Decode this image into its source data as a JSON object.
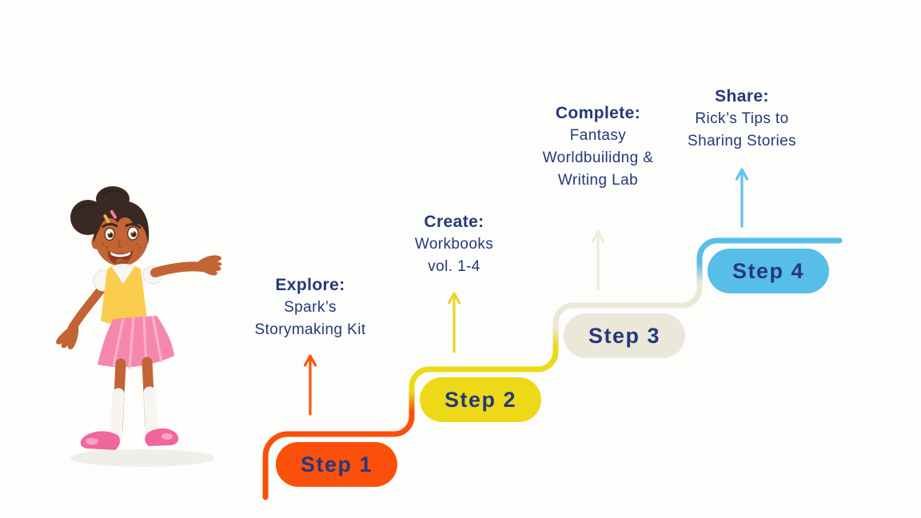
{
  "background": "#FDFDFB",
  "text_color": "#25397B",
  "steps": [
    {
      "label": "Step 1",
      "heading": "Explore:",
      "lines": [
        "Spark’s",
        "Storymaking Kit"
      ],
      "color": "#FB4F0C",
      "arrow_color": "#FB5412"
    },
    {
      "label": "Step 2",
      "heading": "Create:",
      "lines": [
        "Workbooks",
        "vol. 1-4"
      ],
      "color": "#EDD917",
      "arrow_color": "#E8D52C"
    },
    {
      "label": "Step 3",
      "heading": "Complete:",
      "lines": [
        "Fantasy",
        "Worldbuilidng &",
        "Writing Lab"
      ],
      "color": "#EBE8D9",
      "arrow_color": "#EDEBDC"
    },
    {
      "label": "Step 4",
      "heading": "Share:",
      "lines": [
        "Rick’s Tips to",
        "Sharing Stories"
      ],
      "color": "#57BDE9",
      "arrow_color": "#5FC1EC"
    }
  ],
  "illustration": {
    "name": "girl-presenting",
    "skin": "#C26434",
    "skin_shade": "#A0522A",
    "hair": "#3A2822",
    "vest": "#FACD4F",
    "shirt": "#F8F6F2",
    "skirt": "#F687AC",
    "skirt_pleat": "#FBB2CB",
    "socks": "#F7F5F2",
    "shoes": "#F2679B",
    "shoe_highlight": "#F9A9C5",
    "mouth": "#8E3A22",
    "ground_shadow": "#E9E7E2"
  }
}
